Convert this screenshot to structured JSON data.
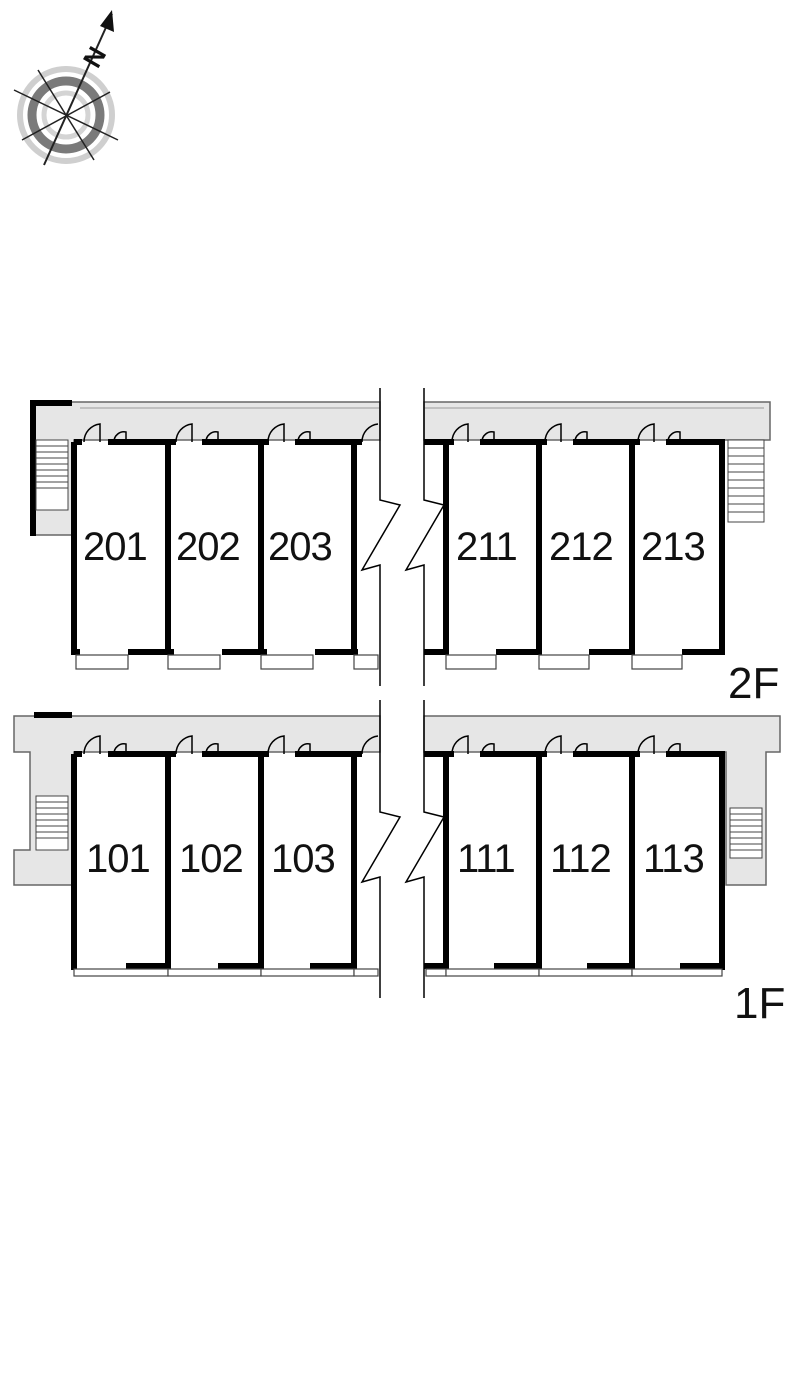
{
  "compass": {
    "label": "N",
    "icon": "north-arrow-compass-icon"
  },
  "floors": [
    {
      "label": "2F",
      "units_left": [
        "201",
        "202",
        "203"
      ],
      "units_right": [
        "211",
        "212",
        "213"
      ]
    },
    {
      "label": "1F",
      "units_left": [
        "101",
        "102",
        "103"
      ],
      "units_right": [
        "111",
        "112",
        "113"
      ]
    }
  ],
  "colors": {
    "wall": "#000000",
    "corridor": "#e6e6e6",
    "line": "#555555",
    "background": "#ffffff"
  }
}
